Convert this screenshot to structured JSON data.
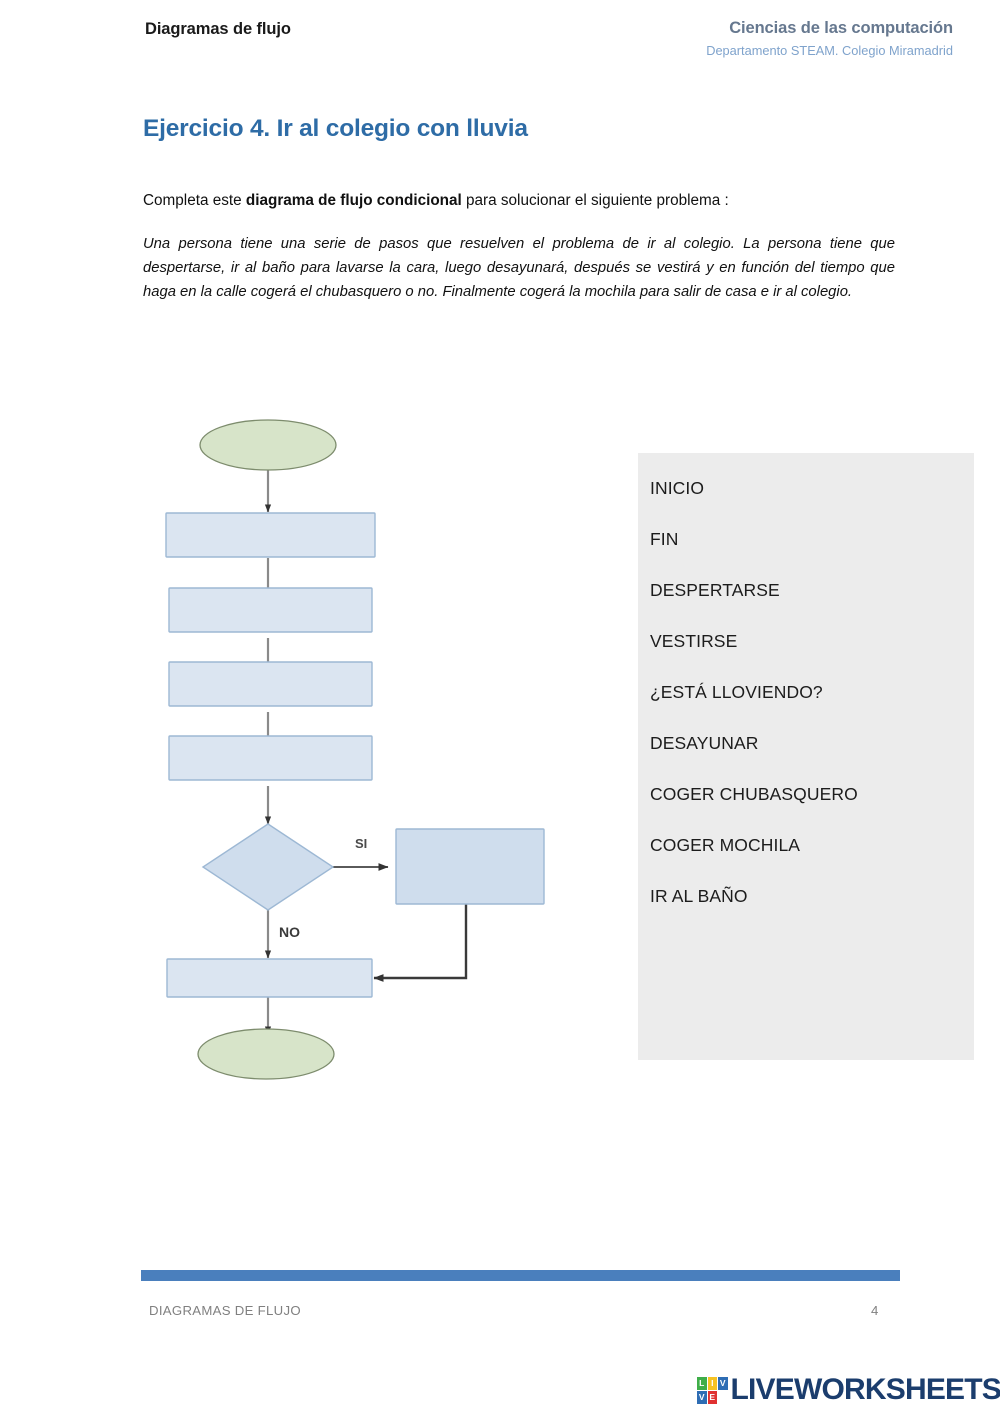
{
  "header": {
    "left_title": "Diagramas de flujo",
    "right_title": "Ciencias de las computación",
    "right_subtitle": "Departamento STEAM. Colegio Miramadrid"
  },
  "exercise": {
    "title": "Ejercicio 4. Ir al colegio con lluvia",
    "instruction_before": "Completa este ",
    "instruction_bold": "diagrama de flujo condicional",
    "instruction_after": " para solucionar el siguiente problema :",
    "problem": "Una persona tiene una serie de pasos que resuelven el problema de ir al colegio. La persona tiene que despertarse, ir al baño para lavarse la cara, luego desayunará, después se vestirá y en función del tiempo que haga en la calle cogerá el chubasquero o no.  Finalmente cogerá la mochila para salir de casa e ir al colegio."
  },
  "flowchart": {
    "type": "flowchart-blank",
    "description": "Diagrama de flujo condicional con formas vacías para completar",
    "colors": {
      "terminator_fill": "#d7e4c9",
      "terminator_stroke": "#7d8c6d",
      "process_fill": "#dbe5f1",
      "process_stroke": "#9db8d4",
      "connector_stroke": "#808080",
      "return_connector_stroke": "#404040"
    },
    "branch_labels": {
      "yes": "SI",
      "no": "NO"
    },
    "nodes": [
      {
        "id": "start",
        "shape": "ellipse",
        "label": ""
      },
      {
        "id": "step1",
        "shape": "process",
        "label": ""
      },
      {
        "id": "step2",
        "shape": "process",
        "label": ""
      },
      {
        "id": "step3",
        "shape": "process",
        "label": ""
      },
      {
        "id": "step4",
        "shape": "process",
        "label": ""
      },
      {
        "id": "decision",
        "shape": "diamond",
        "label": ""
      },
      {
        "id": "yesbranch",
        "shape": "process",
        "label": ""
      },
      {
        "id": "step5",
        "shape": "process",
        "label": ""
      },
      {
        "id": "end",
        "shape": "ellipse",
        "label": ""
      }
    ]
  },
  "word_bank": {
    "items": [
      "INICIO",
      "FIN",
      "DESPERTARSE",
      "VESTIRSE",
      "¿ESTÁ LLOVIENDO?",
      "DESAYUNAR",
      "COGER CHUBASQUERO",
      "COGER MOCHILA",
      "IR AL BAÑO"
    ]
  },
  "footer": {
    "left_text": "DIAGRAMAS DE FLUJO",
    "page_number": "4",
    "rule_color": "#4a7fbd"
  },
  "logo": {
    "tiles": [
      "L",
      "I",
      "V",
      "V",
      "E",
      ""
    ],
    "wordmark": "LIVEWORKSHEETS"
  }
}
